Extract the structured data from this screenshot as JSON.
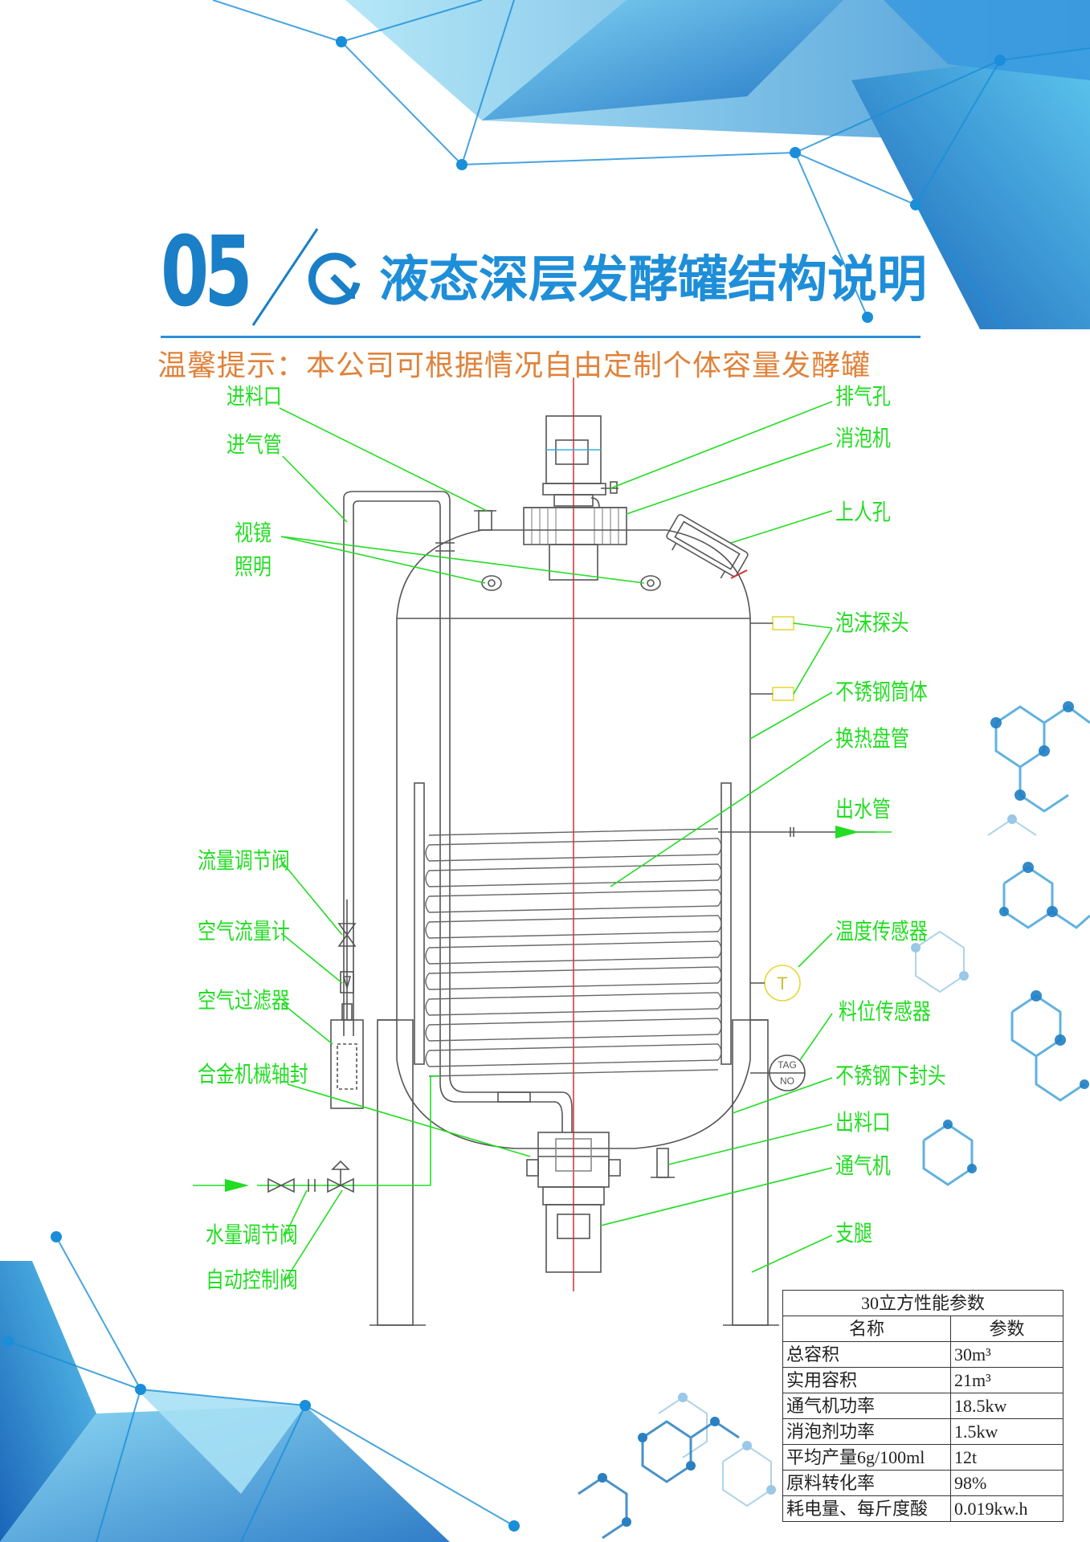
{
  "header": {
    "number": "05",
    "title": "液态深层发酵罐结构说明",
    "tip": "温馨提示：本公司可根据情况自由定制个体容量发酵罐"
  },
  "labels": {
    "feed_inlet": "进料口",
    "air_inlet_pipe": "进气管",
    "sight_glass": "视镜",
    "lighting": "照明",
    "exhaust_hole": "排气孔",
    "defoamer": "消泡机",
    "manhole": "上人孔",
    "foam_probe": "泡沫探头",
    "steel_shell": "不锈钢筒体",
    "heat_coil": "换热盘管",
    "water_outlet": "出水管",
    "flow_valve": "流量调节阀",
    "air_flowmeter": "空气流量计",
    "air_filter": "空气过滤器",
    "alloy_seal": "合金机械轴封",
    "temp_sensor": "温度传感器",
    "level_sensor": "料位传感器",
    "steel_bottom_head": "不锈钢下封头",
    "discharge": "出料口",
    "aerator": "通气机",
    "water_valve": "水量调节阀",
    "auto_valve": "自动控制阀",
    "legs": "支腿",
    "tag_line1": "TAG",
    "tag_line2": "NO",
    "temp_symbol": "T"
  },
  "spec_table": {
    "title": "30立方性能参数",
    "col_name": "名称",
    "col_param": "参数",
    "rows": [
      {
        "name": "总容积",
        "value": "30m³"
      },
      {
        "name": "实用容积",
        "value": "21m³"
      },
      {
        "name": "通气机功率",
        "value": "18.5kw"
      },
      {
        "name": "消泡剂功率",
        "value": "1.5kw"
      },
      {
        "name": "平均产量6g/100ml",
        "value": "12t"
      },
      {
        "name": "原料转化率",
        "value": "98%"
      },
      {
        "name": "耗电量、每斤度酸",
        "value": "0.019kw.h"
      }
    ]
  },
  "colors": {
    "brand_blue": "#1a7fc6",
    "tip_orange": "#e0823a",
    "label_green": "#22dd22",
    "center_line": "#d83030"
  }
}
